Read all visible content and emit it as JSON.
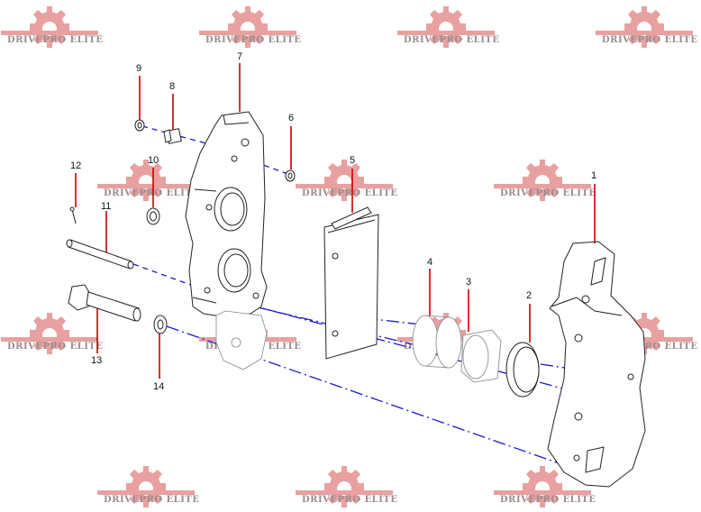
{
  "watermark": {
    "text": "DRIVEPRO ELITE",
    "gear_color": "#e8a0a0",
    "text_color": "#9a8d8d"
  },
  "colors": {
    "leader": "#cc0000",
    "guide": "#1a1acc",
    "part": "#222222"
  },
  "callouts": [
    {
      "label": "1"
    },
    {
      "label": "2"
    },
    {
      "label": "3"
    },
    {
      "label": "4"
    },
    {
      "label": "5"
    },
    {
      "label": "6"
    },
    {
      "label": "7"
    },
    {
      "label": "8"
    },
    {
      "label": "9"
    },
    {
      "label": "10"
    },
    {
      "label": "11"
    },
    {
      "label": "12"
    },
    {
      "label": "13"
    },
    {
      "label": "14"
    }
  ]
}
